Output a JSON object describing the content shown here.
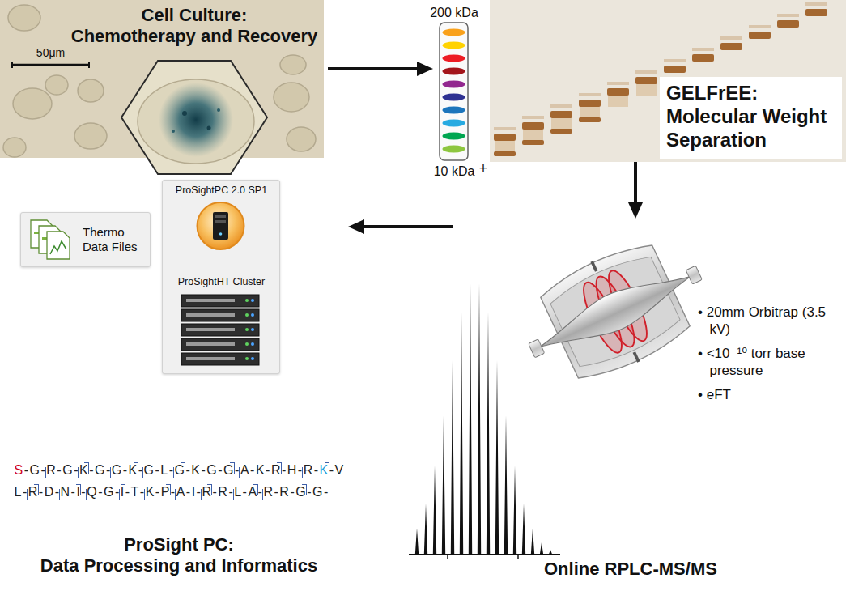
{
  "diagram": {
    "nodes": [
      {
        "text": [
          "Cell Culture:",
          "Chemotherapy and Recovery",
          "50μm"
        ]
      },
      {
        "text": [
          "GELFrEE:",
          "Molecular Weight Separation"
        ]
      },
      {
        "text": [
          "• 20mm Orbitrap (3.5 kV)",
          "• <10⁻¹⁰ torr base pressure",
          "• eFT",
          "Online RPLC-MS/MS"
        ]
      },
      {
        "text": [
          "S-G-R-G-K-G-G-K-G-L-G-K-G-G-A-K-R-H-R-K-V L-R-D-N-I-Q-G-I-T-K-P-A-I-R-R-L-A-R-R-G-G-",
          "ProSight PC:",
          "Data Processing and Informatics"
        ]
      },
      {
        "text": [
          "Thermo Data Files"
        ],
        "in": 3
      },
      {
        "text": [
          "ProSightPC 2.0 SP1",
          "ProSightHT Cluster"
        ],
        "in": 3
      }
    ],
    "edges": [
      {
        "from": 0,
        "to": 1,
        "arrow": "to"
      },
      {
        "from": 1,
        "to": 2,
        "arrow": "to"
      },
      {
        "from": 2,
        "to": 3,
        "arrow": "to"
      }
    ],
    "labels": [
      "200 kDa",
      "10 kDa",
      "+"
    ]
  }
}
